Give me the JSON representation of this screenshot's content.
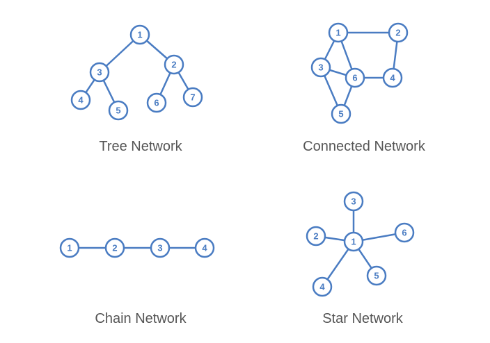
{
  "colors": {
    "accent": "#4a7cc2",
    "caption": "#555555",
    "background": "#ffffff"
  },
  "diagrams": [
    {
      "id": "tree",
      "caption": "Tree Network",
      "nodes": [
        "1",
        "2",
        "3",
        "4",
        "5",
        "6",
        "7"
      ],
      "edges": [
        [
          "1",
          "3"
        ],
        [
          "1",
          "2"
        ],
        [
          "3",
          "4"
        ],
        [
          "3",
          "5"
        ],
        [
          "2",
          "6"
        ],
        [
          "2",
          "7"
        ]
      ]
    },
    {
      "id": "connected",
      "caption": "Connected Network",
      "nodes": [
        "1",
        "2",
        "3",
        "4",
        "5",
        "6"
      ],
      "edges": [
        [
          "1",
          "2"
        ],
        [
          "1",
          "3"
        ],
        [
          "1",
          "6"
        ],
        [
          "2",
          "4"
        ],
        [
          "3",
          "6"
        ],
        [
          "3",
          "5"
        ],
        [
          "6",
          "4"
        ],
        [
          "6",
          "5"
        ]
      ]
    },
    {
      "id": "chain",
      "caption": "Chain Network",
      "nodes": [
        "1",
        "2",
        "3",
        "4"
      ],
      "edges": [
        [
          "1",
          "2"
        ],
        [
          "2",
          "3"
        ],
        [
          "3",
          "4"
        ]
      ]
    },
    {
      "id": "star",
      "caption": "Star Network",
      "nodes": [
        "1",
        "2",
        "3",
        "4",
        "5",
        "6"
      ],
      "edges": [
        [
          "1",
          "2"
        ],
        [
          "1",
          "3"
        ],
        [
          "1",
          "4"
        ],
        [
          "1",
          "5"
        ],
        [
          "1",
          "6"
        ]
      ]
    }
  ]
}
